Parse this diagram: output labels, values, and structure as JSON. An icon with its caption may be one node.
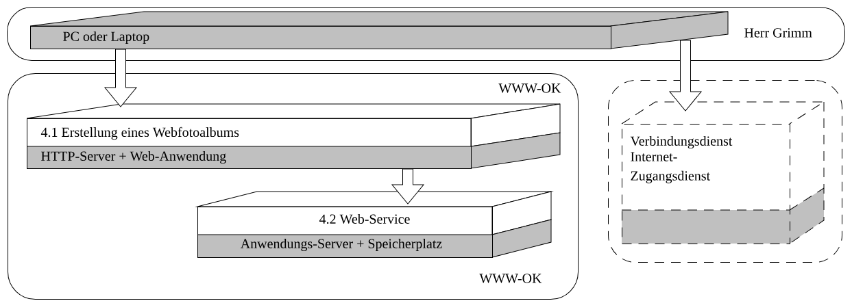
{
  "diagram": {
    "nodes": [
      {
        "text": [
          "Herr Grimm"
        ]
      },
      {
        "text": [
          "PC oder Laptop"
        ],
        "in": 0
      },
      {
        "text": [
          "WWW-OK",
          "WWW-OK"
        ]
      },
      {
        "text": [
          "4.1 Erstellung eines Webfotoalbums",
          "HTTP-Server + Web-Anwendung"
        ],
        "in": 2
      },
      {
        "text": [
          "4.2 Web-Service",
          "Anwendungs-Server + Speicherplatz"
        ],
        "in": 2
      },
      {
        "text": [],
        "shape": "box"
      },
      {
        "text": [
          "Verbindungsdienst",
          "Internet-Zugangsdienst"
        ],
        "in": 5
      }
    ],
    "edges": [
      {
        "from": 1,
        "to": 3,
        "arrow": "to"
      },
      {
        "from": 3,
        "to": 4,
        "arrow": "to"
      },
      {
        "from": 1,
        "to": 6,
        "arrow": "to"
      }
    ]
  }
}
